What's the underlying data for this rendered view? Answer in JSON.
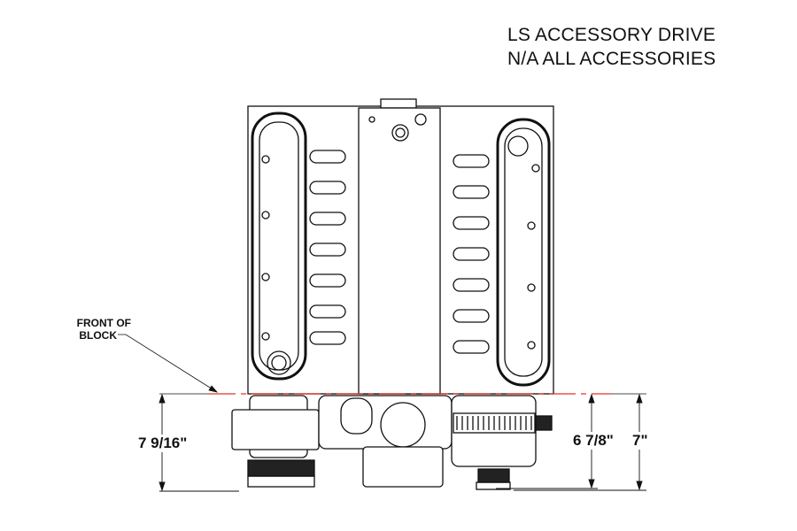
{
  "title": {
    "line1": "LS ACCESSORY DRIVE",
    "line2": "N/A ALL ACCESSORIES"
  },
  "callout": {
    "line1": "FRONT OF",
    "line2": "BLOCK"
  },
  "dimensions": {
    "left": "7 9/16\"",
    "middle": "6 7/8\"",
    "right": "7\""
  },
  "colors": {
    "reference_line": "#e8302a",
    "linework": "#111111"
  }
}
